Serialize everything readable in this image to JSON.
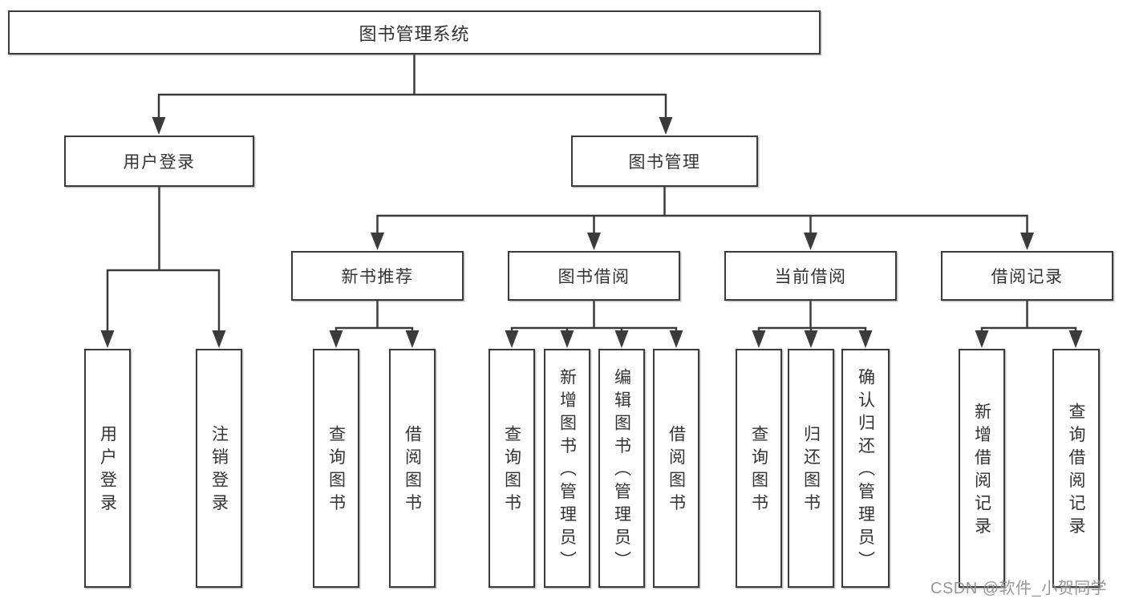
{
  "colors": {
    "background": "#ffffff",
    "line": "#3b3b3b",
    "box_border": "#3b3b3b",
    "text": "#333333",
    "watermark": "#8e8e8e"
  },
  "watermark": {
    "text": "CSDN @软件_小贺同学"
  },
  "diagram": {
    "type": "tree",
    "orientation": "top-down",
    "tree": {
      "label": "图书管理系统",
      "children": [
        {
          "label": "用户登录",
          "children": [
            {
              "label": "用户登录"
            },
            {
              "label": "注销登录"
            }
          ]
        },
        {
          "label": "图书管理",
          "children": [
            {
              "label": "新书推荐",
              "children": [
                {
                  "label": "查询图书"
                },
                {
                  "label": "借阅图书"
                }
              ]
            },
            {
              "label": "图书借阅",
              "children": [
                {
                  "label": "查询图书"
                },
                {
                  "label": "新增图书（管理员）"
                },
                {
                  "label": "编辑图书（管理员）"
                },
                {
                  "label": "借阅图书"
                }
              ]
            },
            {
              "label": "当前借阅",
              "children": [
                {
                  "label": "查询图书"
                },
                {
                  "label": "归还图书"
                },
                {
                  "label": "确认归还（管理员）"
                }
              ]
            },
            {
              "label": "借阅记录",
              "children": [
                {
                  "label": "新增借阅记录"
                },
                {
                  "label": "查询借阅记录"
                }
              ]
            }
          ]
        }
      ]
    }
  }
}
